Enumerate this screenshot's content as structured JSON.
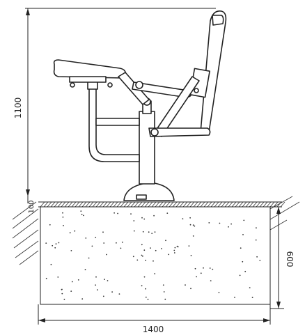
{
  "dimensions": {
    "height_total": "1100",
    "ground_offset": "100",
    "foundation_depth": "600",
    "foundation_width": "1400"
  },
  "colors": {
    "line": "#222222",
    "background": "#ffffff"
  },
  "foundation": {
    "speckle_count": 120
  }
}
